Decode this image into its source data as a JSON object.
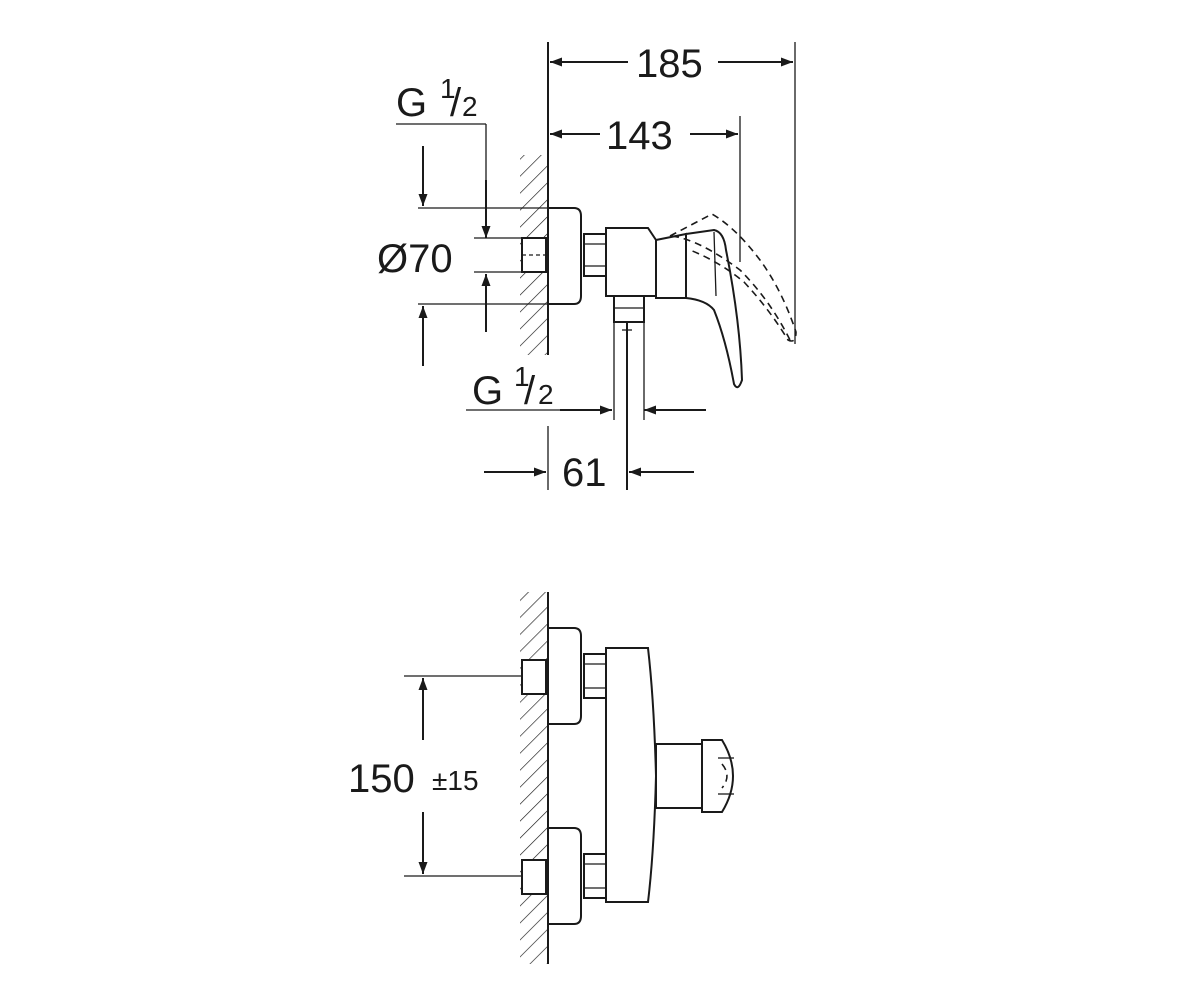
{
  "dimensions": {
    "overall_depth": "185",
    "lever_depth": "143",
    "wall_to_outlet": "61",
    "diameter": "Ø70",
    "center_distance": "150",
    "center_tolerance": "±15",
    "thread_top": {
      "letter": "G",
      "num": "1",
      "den": "2"
    },
    "thread_bottom": {
      "letter": "G",
      "num": "1",
      "den": "2"
    }
  },
  "colors": {
    "line": "#1a1a1a",
    "background": "#ffffff"
  }
}
